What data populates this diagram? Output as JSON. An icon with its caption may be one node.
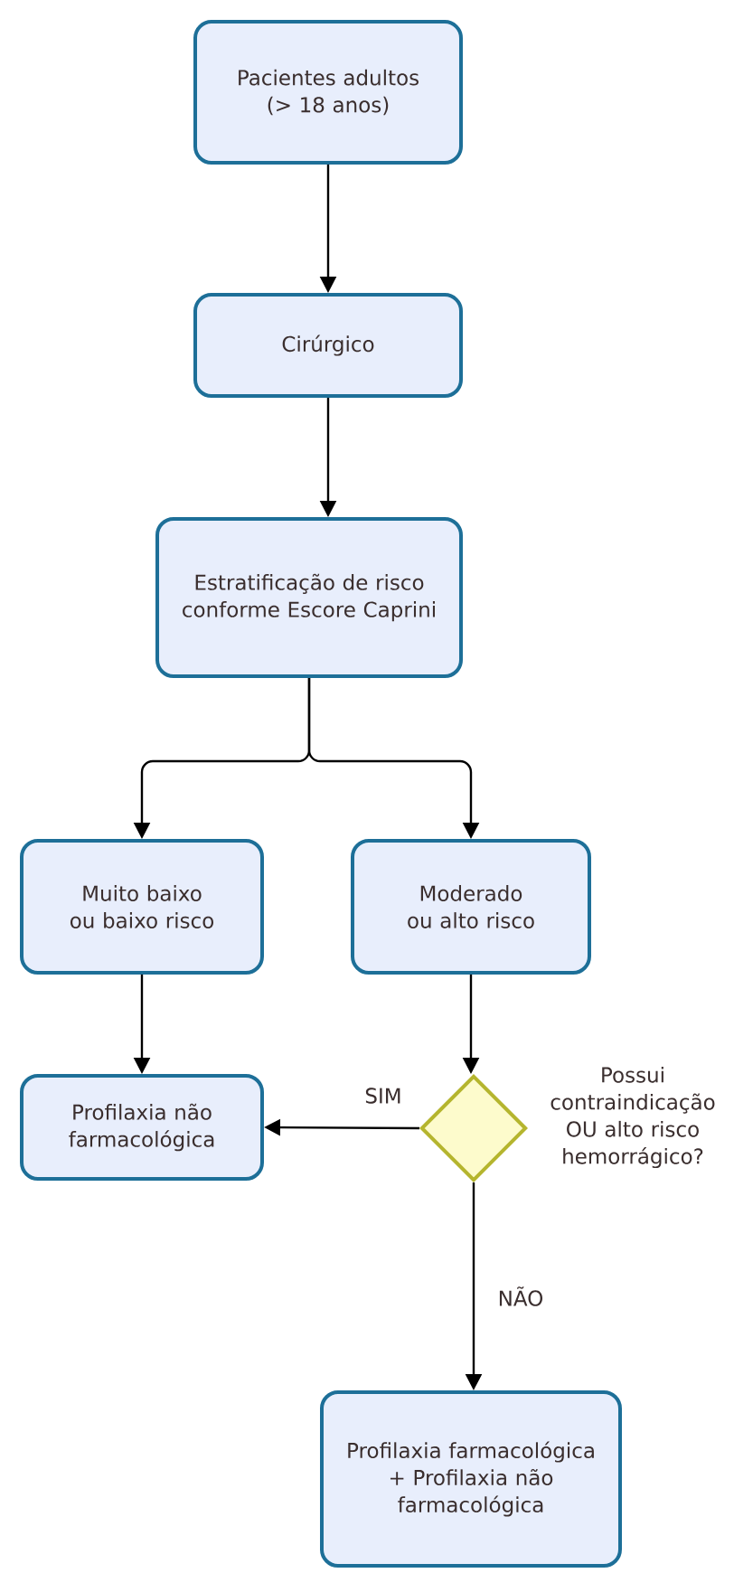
{
  "diagram": {
    "nodes": [
      {
        "text": [
          "Pacientes adultos (> 18 anos)"
        ]
      },
      {
        "text": [
          "Cirúrgico"
        ]
      },
      {
        "text": [
          "Estratificação de risco conforme Escore Caprini"
        ]
      },
      {
        "text": [
          "Muito baixo ou baixo risco"
        ]
      },
      {
        "text": [
          "Moderado ou alto risco"
        ]
      },
      {
        "text": [
          "Profilaxia não farmacológica"
        ]
      },
      {
        "text": [],
        "shape": "diamond",
        "beside": [
          "Possui contraindicação OU alto risco hemorrágico?"
        ]
      },
      {
        "text": [
          "Profilaxia farmacológica + Profilaxia não farmacológica"
        ]
      }
    ],
    "edges": [
      {
        "from": 0,
        "to": 1,
        "arrow": "to"
      },
      {
        "from": 1,
        "to": 2,
        "arrow": "to"
      },
      {
        "from": 2,
        "to": 3,
        "arrow": "to"
      },
      {
        "from": 2,
        "to": 4,
        "arrow": "to"
      },
      {
        "from": 3,
        "to": 5,
        "arrow": "to"
      },
      {
        "from": 4,
        "to": 6,
        "arrow": "to"
      },
      {
        "from": 6,
        "to": 5,
        "arrow": "to",
        "label": "SIM"
      },
      {
        "from": 6,
        "to": 7,
        "arrow": "to",
        "label": "NÃO"
      }
    ]
  }
}
